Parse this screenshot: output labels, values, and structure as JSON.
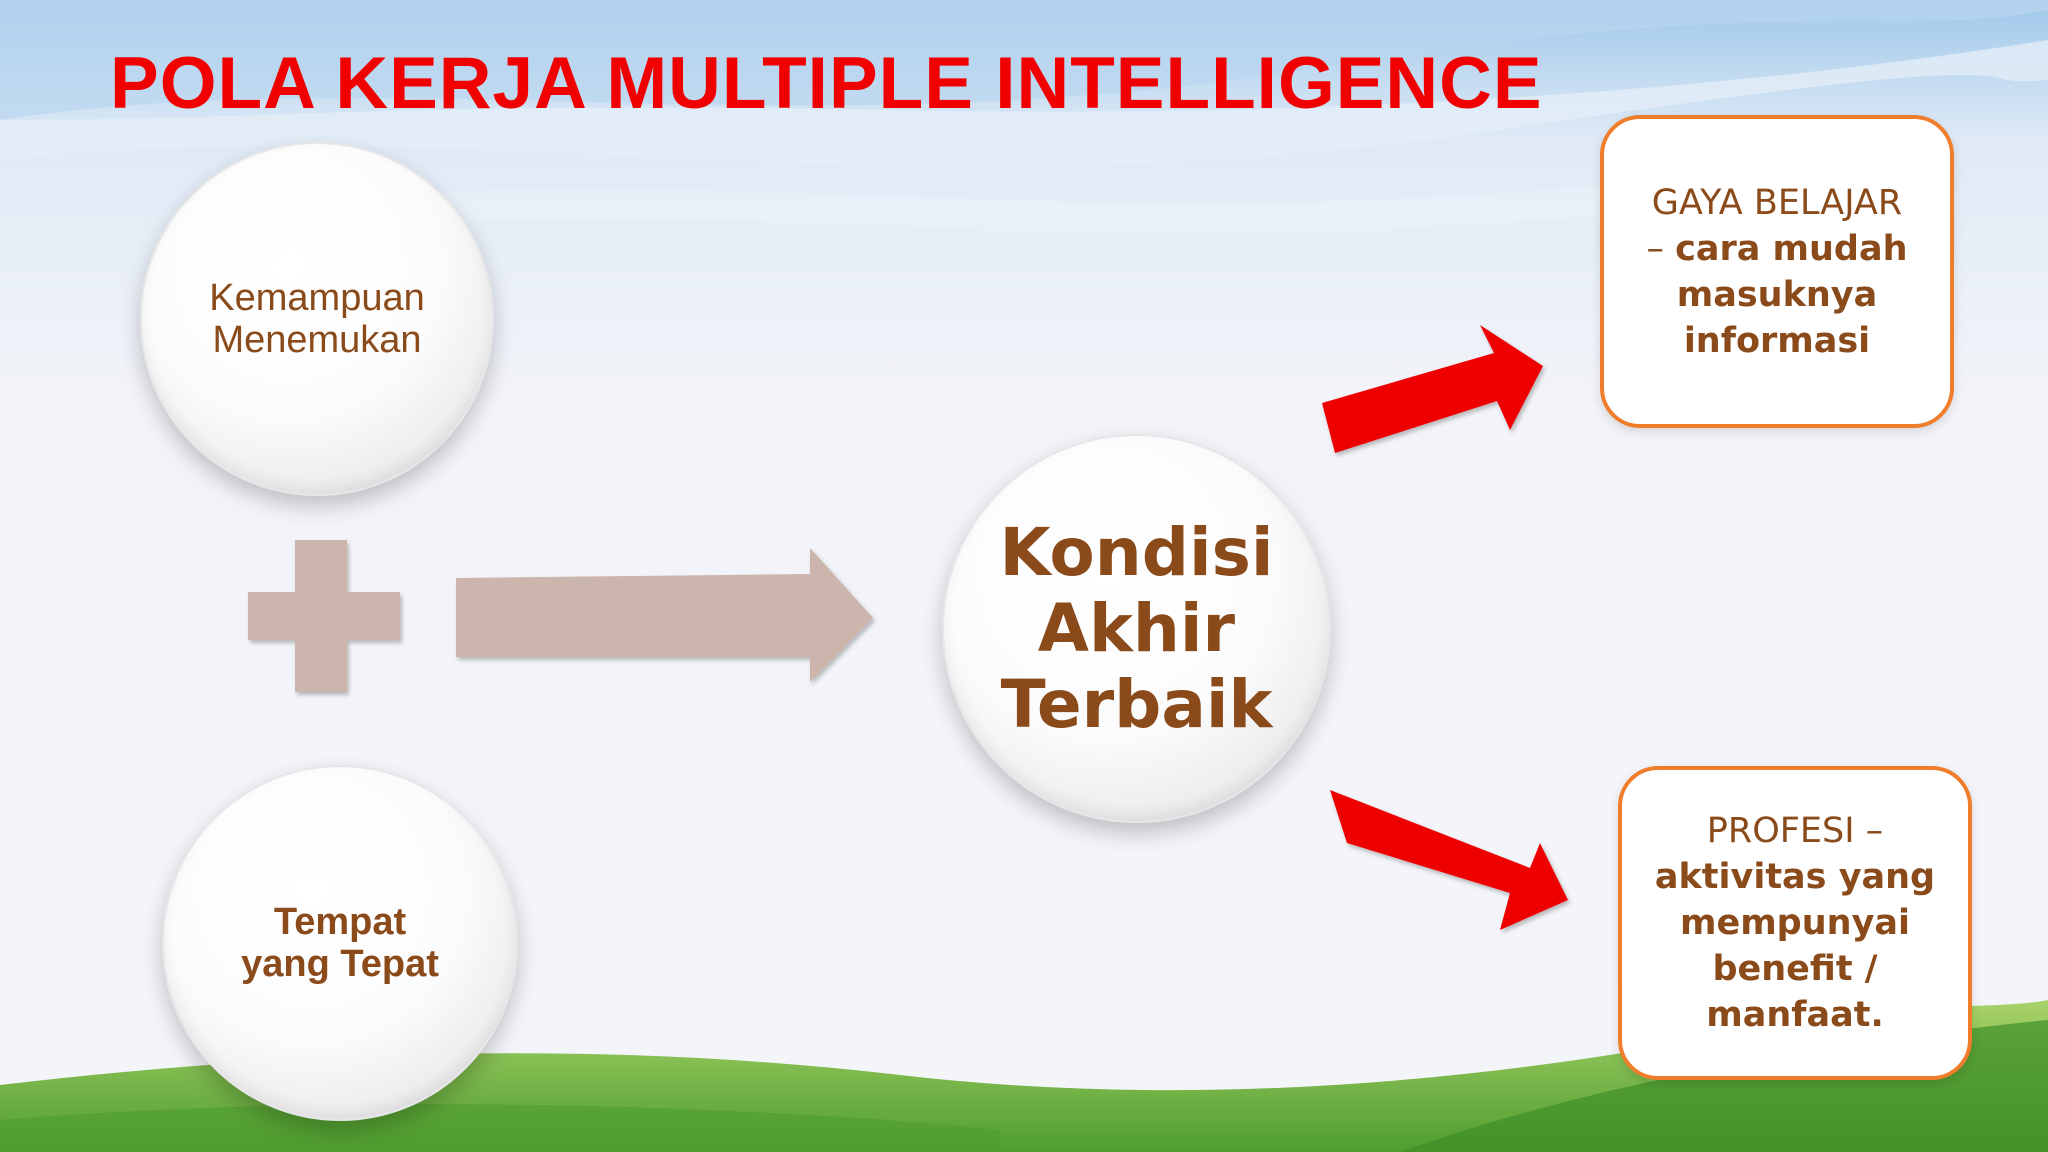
{
  "slide": {
    "title": "POLA KERJA MULTIPLE INTELLIGENCE"
  },
  "circles": {
    "kemampuan": [
      "Kemampuan",
      "Menemukan"
    ],
    "tempat": [
      "Tempat",
      "yang Tepat"
    ],
    "kondisi": [
      "Kondisi",
      "Akhir",
      "Terbaik"
    ]
  },
  "boxes": {
    "gaya": {
      "heading": "GAYA BELAJAR",
      "dash": "– ",
      "body": [
        "cara mudah",
        "masuknya",
        "informasi"
      ]
    },
    "profesi": {
      "heading": "PROFESI –",
      "body": [
        "aktivitas yang",
        "mempunyai",
        "benefit /",
        "manfaat."
      ]
    }
  },
  "colors": {
    "title": "#f00000",
    "text_brown": "#8a4a1a",
    "box_border": "#ef7d2b",
    "plus_and_main_arrow": "#cbb5ac",
    "red_arrow": "#ee0000",
    "grass": "#6db33f"
  }
}
